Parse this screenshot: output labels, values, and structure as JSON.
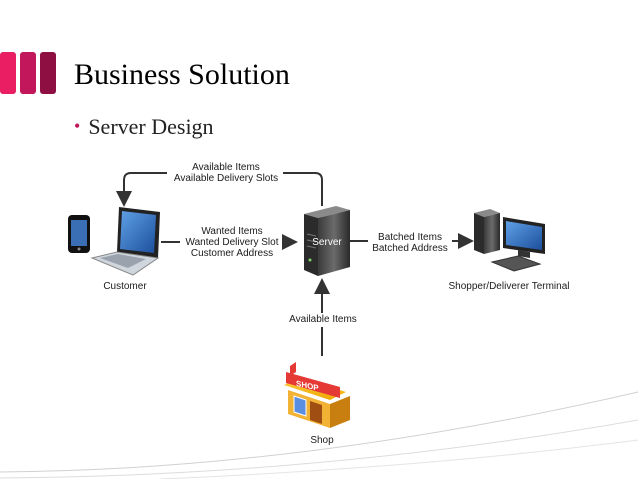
{
  "slide": {
    "title": "Business Solution",
    "bullet": "Server Design"
  },
  "diagram": {
    "nodes": {
      "customer": "Customer",
      "server": "Server",
      "terminal": "Shopper/Deliverer Terminal",
      "shop": "Shop",
      "shop_sign": "SHOP"
    },
    "edges": {
      "server_to_customer": [
        "Available Items",
        "Available Delivery Slots"
      ],
      "customer_to_server": [
        "Wanted Items",
        "Wanted Delivery Slot",
        "Customer Address"
      ],
      "server_to_terminal": [
        "Batched Items",
        "Batched Address"
      ],
      "shop_to_server": [
        "Available Items"
      ]
    }
  },
  "colors": {
    "accent_bars": [
      "#e91e63",
      "#c2185b",
      "#8e1043"
    ],
    "arrow": "#333333",
    "background_curve": "#d9d9d9"
  },
  "icons": [
    "phone-icon",
    "laptop-icon",
    "server-icon",
    "desktop-computer-icon",
    "shop-building-icon"
  ]
}
